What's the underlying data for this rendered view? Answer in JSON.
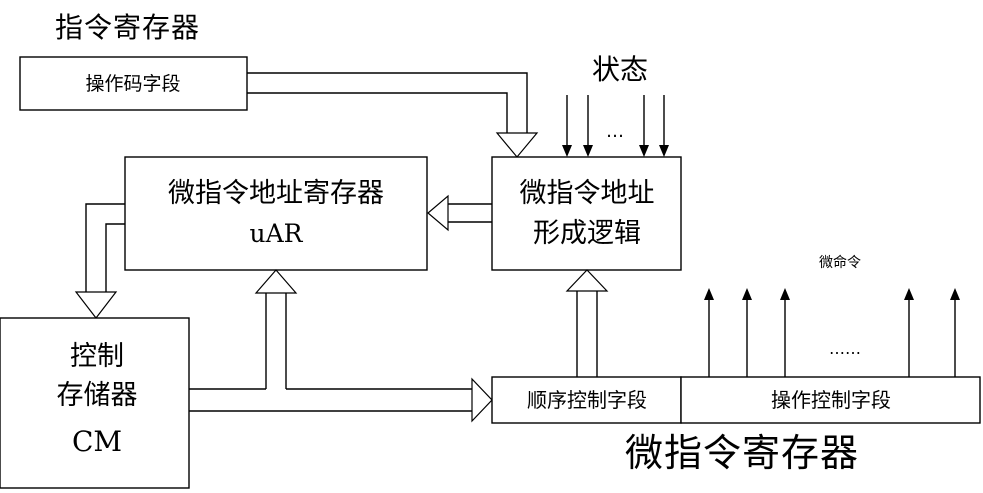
{
  "instruction_register": {
    "title": "指令寄存器",
    "opcode_field": "操作码字段"
  },
  "status": {
    "label": "状态",
    "ellipsis": "…"
  },
  "uar": {
    "line1": "微指令地址寄存器",
    "line2": "uAR"
  },
  "address_logic": {
    "line1": "微指令地址",
    "line2": "形成逻辑"
  },
  "control_store": {
    "line1": "控制",
    "line2": "存储器",
    "line3": "CM"
  },
  "micro_commands": {
    "label": "微命令",
    "ellipsis": "……"
  },
  "micro_instruction_register": {
    "title": "微指令寄存器",
    "sequence_field": "顺序控制字段",
    "operation_field": "操作控制字段"
  }
}
